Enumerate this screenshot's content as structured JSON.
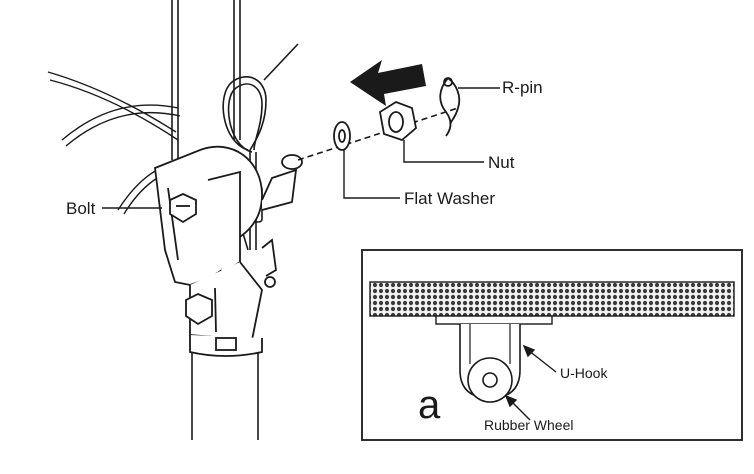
{
  "diagram": {
    "labels": {
      "r_pin": "R-pin",
      "nut": "Nut",
      "flat_washer": "Flat Washer",
      "bolt": "Bolt",
      "u_hook": "U-Hook",
      "rubber_wheel": "Rubber Wheel",
      "inset_letter": "a"
    },
    "direction_arrow": "left",
    "colors": {
      "line": "#1a1a1a",
      "background": "#ffffff",
      "mesh": "#3a3a3a"
    }
  }
}
